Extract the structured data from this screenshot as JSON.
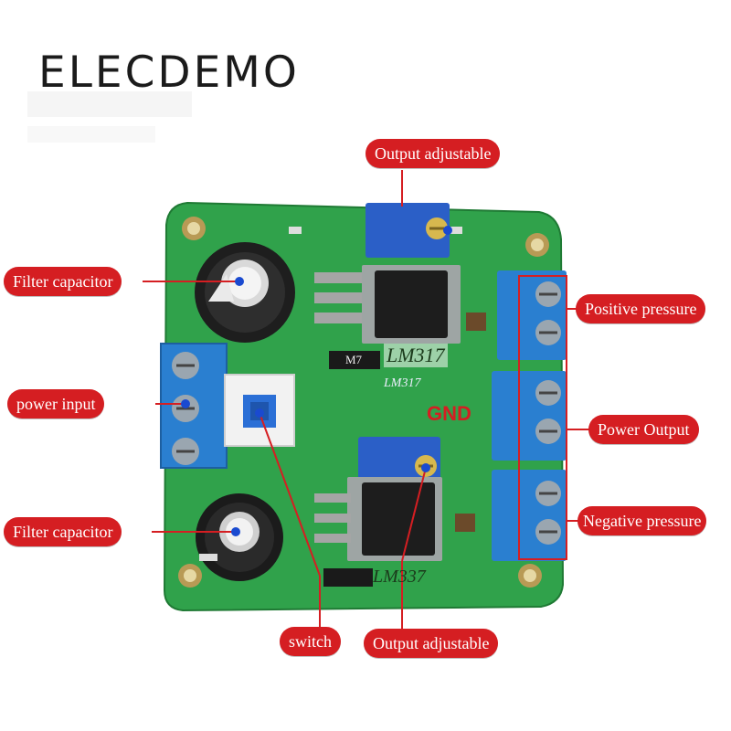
{
  "brand": {
    "name": "ELECDEMO"
  },
  "labels": {
    "output_adjustable_top": "Output adjustable",
    "filter_capacitor_top": "Filter capacitor",
    "power_input": "power input",
    "filter_capacitor_bottom": "Filter capacitor",
    "switch": "switch",
    "output_adjustable_bottom": "Output adjustable",
    "positive_pressure": "Positive pressure",
    "power_output": "Power Output",
    "negative_pressure": "Negative pressure",
    "gnd": "GND"
  },
  "board_markings": {
    "regulator_top": "LM317",
    "regulator_top_small": "LM317",
    "regulator_bottom": "LM337",
    "diode": "M7"
  },
  "colors": {
    "pcb": "#2fa04a",
    "callout": "#d51e22",
    "terminal": "#2a7fd0",
    "potentiometer": "#2b5fc7"
  }
}
